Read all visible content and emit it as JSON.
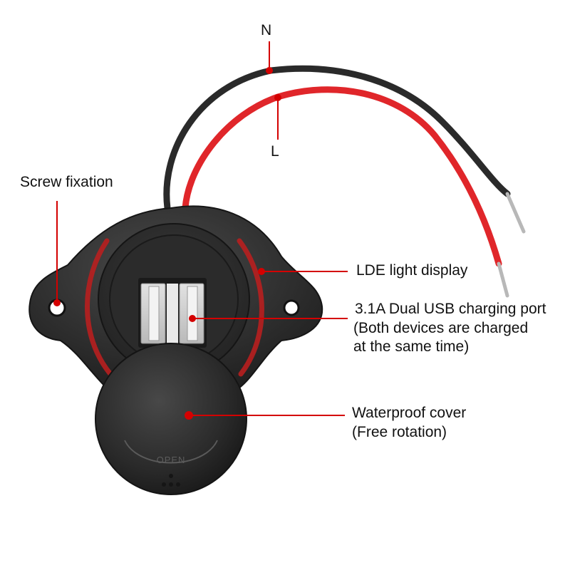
{
  "labels": {
    "n": "N",
    "l": "L",
    "screw": "Screw fixation",
    "led": "LDE light display",
    "usb_line1": "3.1A Dual USB charging port",
    "usb_line2": "(Both devices are charged",
    "usb_line3": "at the same time)",
    "cover_line1": "Waterproof cover",
    "cover_line2": "(Free rotation)",
    "cover_embossed": "OPEN"
  },
  "colors": {
    "callout": "#d40000",
    "wire_black": "#2a2a2a",
    "wire_red": "#e0262a",
    "housing": "#2d2d2d",
    "led_ring": "#b81f1f"
  }
}
